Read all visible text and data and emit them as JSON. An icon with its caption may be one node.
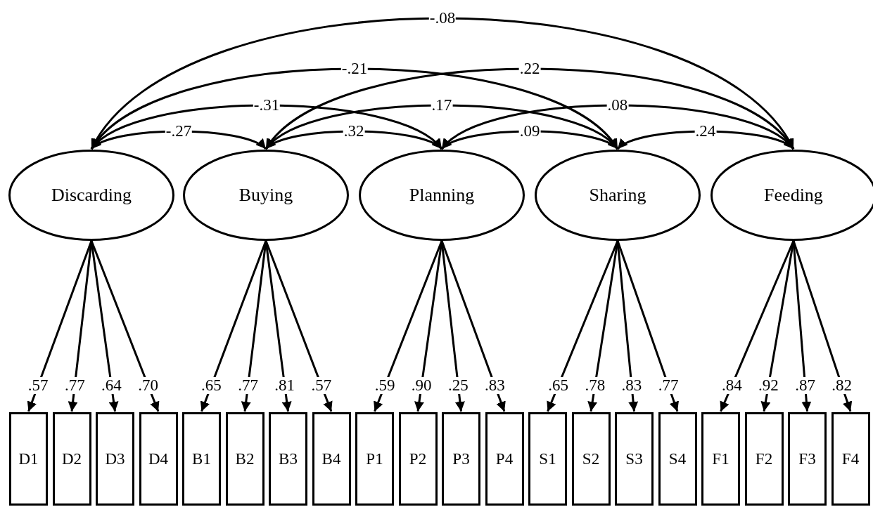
{
  "diagram": {
    "nodes": [
      {
        "text": [
          "Discarding"
        ]
      },
      {
        "text": [
          "Buying"
        ]
      },
      {
        "text": [
          "Planning"
        ]
      },
      {
        "text": [
          "Sharing"
        ]
      },
      {
        "text": [
          "Feeding"
        ]
      },
      {
        "text": [
          "D1"
        ]
      },
      {
        "text": [
          "D2"
        ]
      },
      {
        "text": [
          "D3"
        ]
      },
      {
        "text": [
          "D4"
        ]
      },
      {
        "text": [
          "B1"
        ]
      },
      {
        "text": [
          "B2"
        ]
      },
      {
        "text": [
          "B3"
        ]
      },
      {
        "text": [
          "B4"
        ]
      },
      {
        "text": [
          "P1"
        ]
      },
      {
        "text": [
          "P2"
        ]
      },
      {
        "text": [
          "P3"
        ]
      },
      {
        "text": [
          "P4"
        ]
      },
      {
        "text": [
          "S1"
        ]
      },
      {
        "text": [
          "S2"
        ]
      },
      {
        "text": [
          "S3"
        ]
      },
      {
        "text": [
          "S4"
        ]
      },
      {
        "text": [
          "F1"
        ]
      },
      {
        "text": [
          "F2"
        ]
      },
      {
        "text": [
          "F3"
        ]
      },
      {
        "text": [
          "F4"
        ]
      }
    ],
    "edges": [
      {
        "from": 0,
        "to": 4,
        "arrow": "both",
        "label": "-.08"
      },
      {
        "from": 0,
        "to": 3,
        "arrow": "both",
        "label": "-.21"
      },
      {
        "from": 1,
        "to": 4,
        "arrow": "both",
        "label": ".22"
      },
      {
        "from": 0,
        "to": 2,
        "arrow": "both",
        "label": "-.31"
      },
      {
        "from": 1,
        "to": 3,
        "arrow": "both",
        "label": ".17"
      },
      {
        "from": 2,
        "to": 4,
        "arrow": "both",
        "label": ".08"
      },
      {
        "from": 0,
        "to": 1,
        "arrow": "both",
        "label": "-.27"
      },
      {
        "from": 1,
        "to": 2,
        "arrow": "both",
        "label": ".32"
      },
      {
        "from": 2,
        "to": 3,
        "arrow": "both",
        "label": ".09"
      },
      {
        "from": 3,
        "to": 4,
        "arrow": "both",
        "label": ".24"
      },
      {
        "from": 0,
        "to": 5,
        "arrow": "to",
        "label": ".57"
      },
      {
        "from": 0,
        "to": 6,
        "arrow": "to",
        "label": ".77"
      },
      {
        "from": 0,
        "to": 7,
        "arrow": "to",
        "label": ".64"
      },
      {
        "from": 0,
        "to": 8,
        "arrow": "to",
        "label": ".70"
      },
      {
        "from": 1,
        "to": 9,
        "arrow": "to",
        "label": ".65"
      },
      {
        "from": 1,
        "to": 10,
        "arrow": "to",
        "label": ".77"
      },
      {
        "from": 1,
        "to": 11,
        "arrow": "to",
        "label": ".81"
      },
      {
        "from": 1,
        "to": 12,
        "arrow": "to",
        "label": ".57"
      },
      {
        "from": 2,
        "to": 13,
        "arrow": "to",
        "label": ".59"
      },
      {
        "from": 2,
        "to": 14,
        "arrow": "to",
        "label": ".90"
      },
      {
        "from": 2,
        "to": 15,
        "arrow": "to",
        "label": ".25"
      },
      {
        "from": 2,
        "to": 16,
        "arrow": "to",
        "label": ".83"
      },
      {
        "from": 3,
        "to": 17,
        "arrow": "to",
        "label": ".65"
      },
      {
        "from": 3,
        "to": 18,
        "arrow": "to",
        "label": ".78"
      },
      {
        "from": 3,
        "to": 19,
        "arrow": "to",
        "label": ".83"
      },
      {
        "from": 3,
        "to": 20,
        "arrow": "to",
        "label": ".77"
      },
      {
        "from": 4,
        "to": 21,
        "arrow": "to",
        "label": ".84"
      },
      {
        "from": 4,
        "to": 22,
        "arrow": "to",
        "label": ".92"
      },
      {
        "from": 4,
        "to": 23,
        "arrow": "to",
        "label": ".87"
      },
      {
        "from": 4,
        "to": 24,
        "arrow": "to",
        "label": ".82"
      }
    ]
  }
}
